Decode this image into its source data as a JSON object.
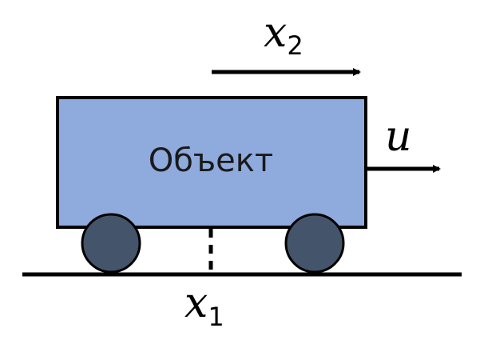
{
  "diagram": {
    "object_label": "Объект",
    "x2_label": {
      "symbol": "x",
      "subscript": "2"
    },
    "u_label": "u",
    "x1_label": {
      "symbol": "x",
      "subscript": "1"
    }
  },
  "colors": {
    "body_fill": "#8faadc",
    "body_stroke": "#000000",
    "wheel_fill": "#44546a",
    "wheel_stroke": "#000000",
    "line": "#000000"
  }
}
